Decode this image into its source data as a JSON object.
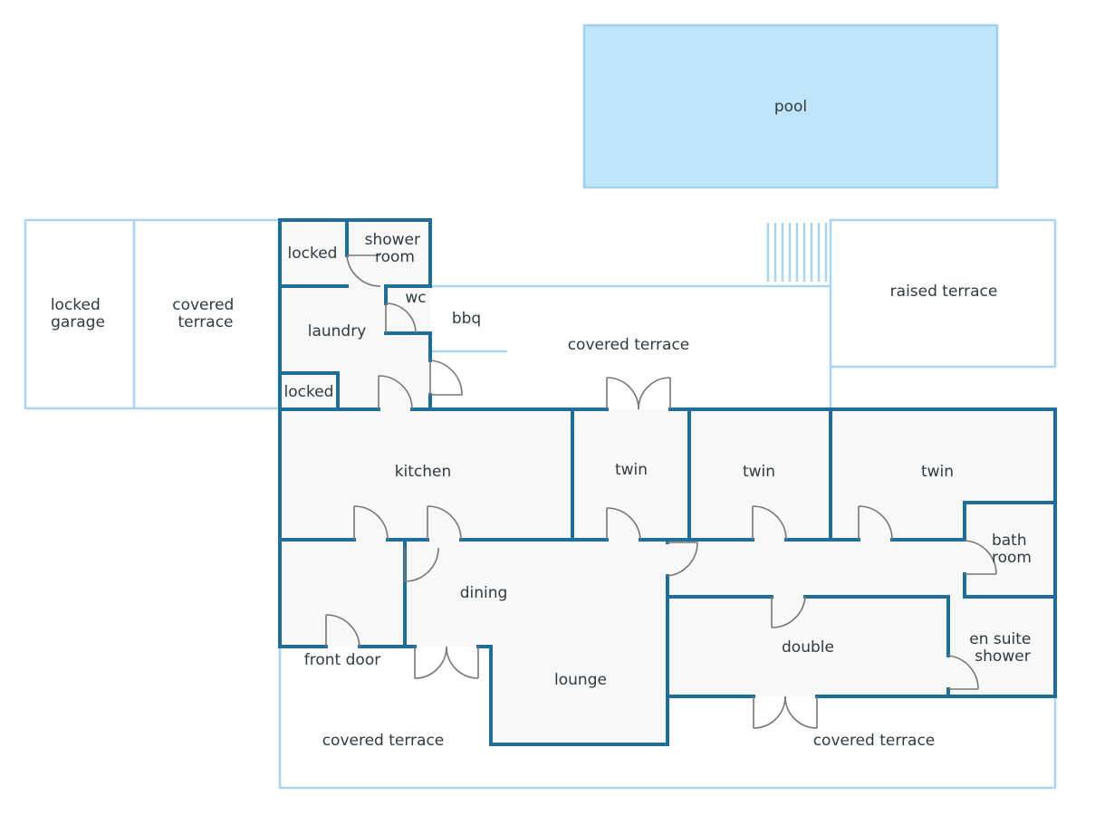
{
  "colors": {
    "wall": "#1f6e99",
    "outline": "#a9d6ee",
    "pool_fill": "#c1e5f8",
    "pool_edge": "#9fd0ec",
    "floor": "#f8f8f8",
    "door": "#777777",
    "text": "#2f3a40"
  },
  "labels": {
    "pool": "pool",
    "locked_garage": [
      "locked",
      "garage"
    ],
    "covered_terrace_west": [
      "covered",
      "terrace"
    ],
    "locked_top": "locked",
    "shower_room": [
      "shower",
      "room"
    ],
    "wc": "wc",
    "laundry": "laundry",
    "locked_bottom": "locked",
    "bbq": "bbq",
    "covered_terrace_north": "covered terrace",
    "raised_terrace": "raised terrace",
    "kitchen": "kitchen",
    "twin_1": "twin",
    "twin_2": "twin",
    "twin_3": "twin",
    "bath_room": [
      "bath",
      "room"
    ],
    "dining": "dining",
    "front_door": "front door",
    "double": "double",
    "en_suite_shower": [
      "en suite",
      "shower"
    ],
    "lounge": "lounge",
    "covered_terrace_sw": "covered terrace",
    "covered_terrace_se": "covered terrace"
  }
}
